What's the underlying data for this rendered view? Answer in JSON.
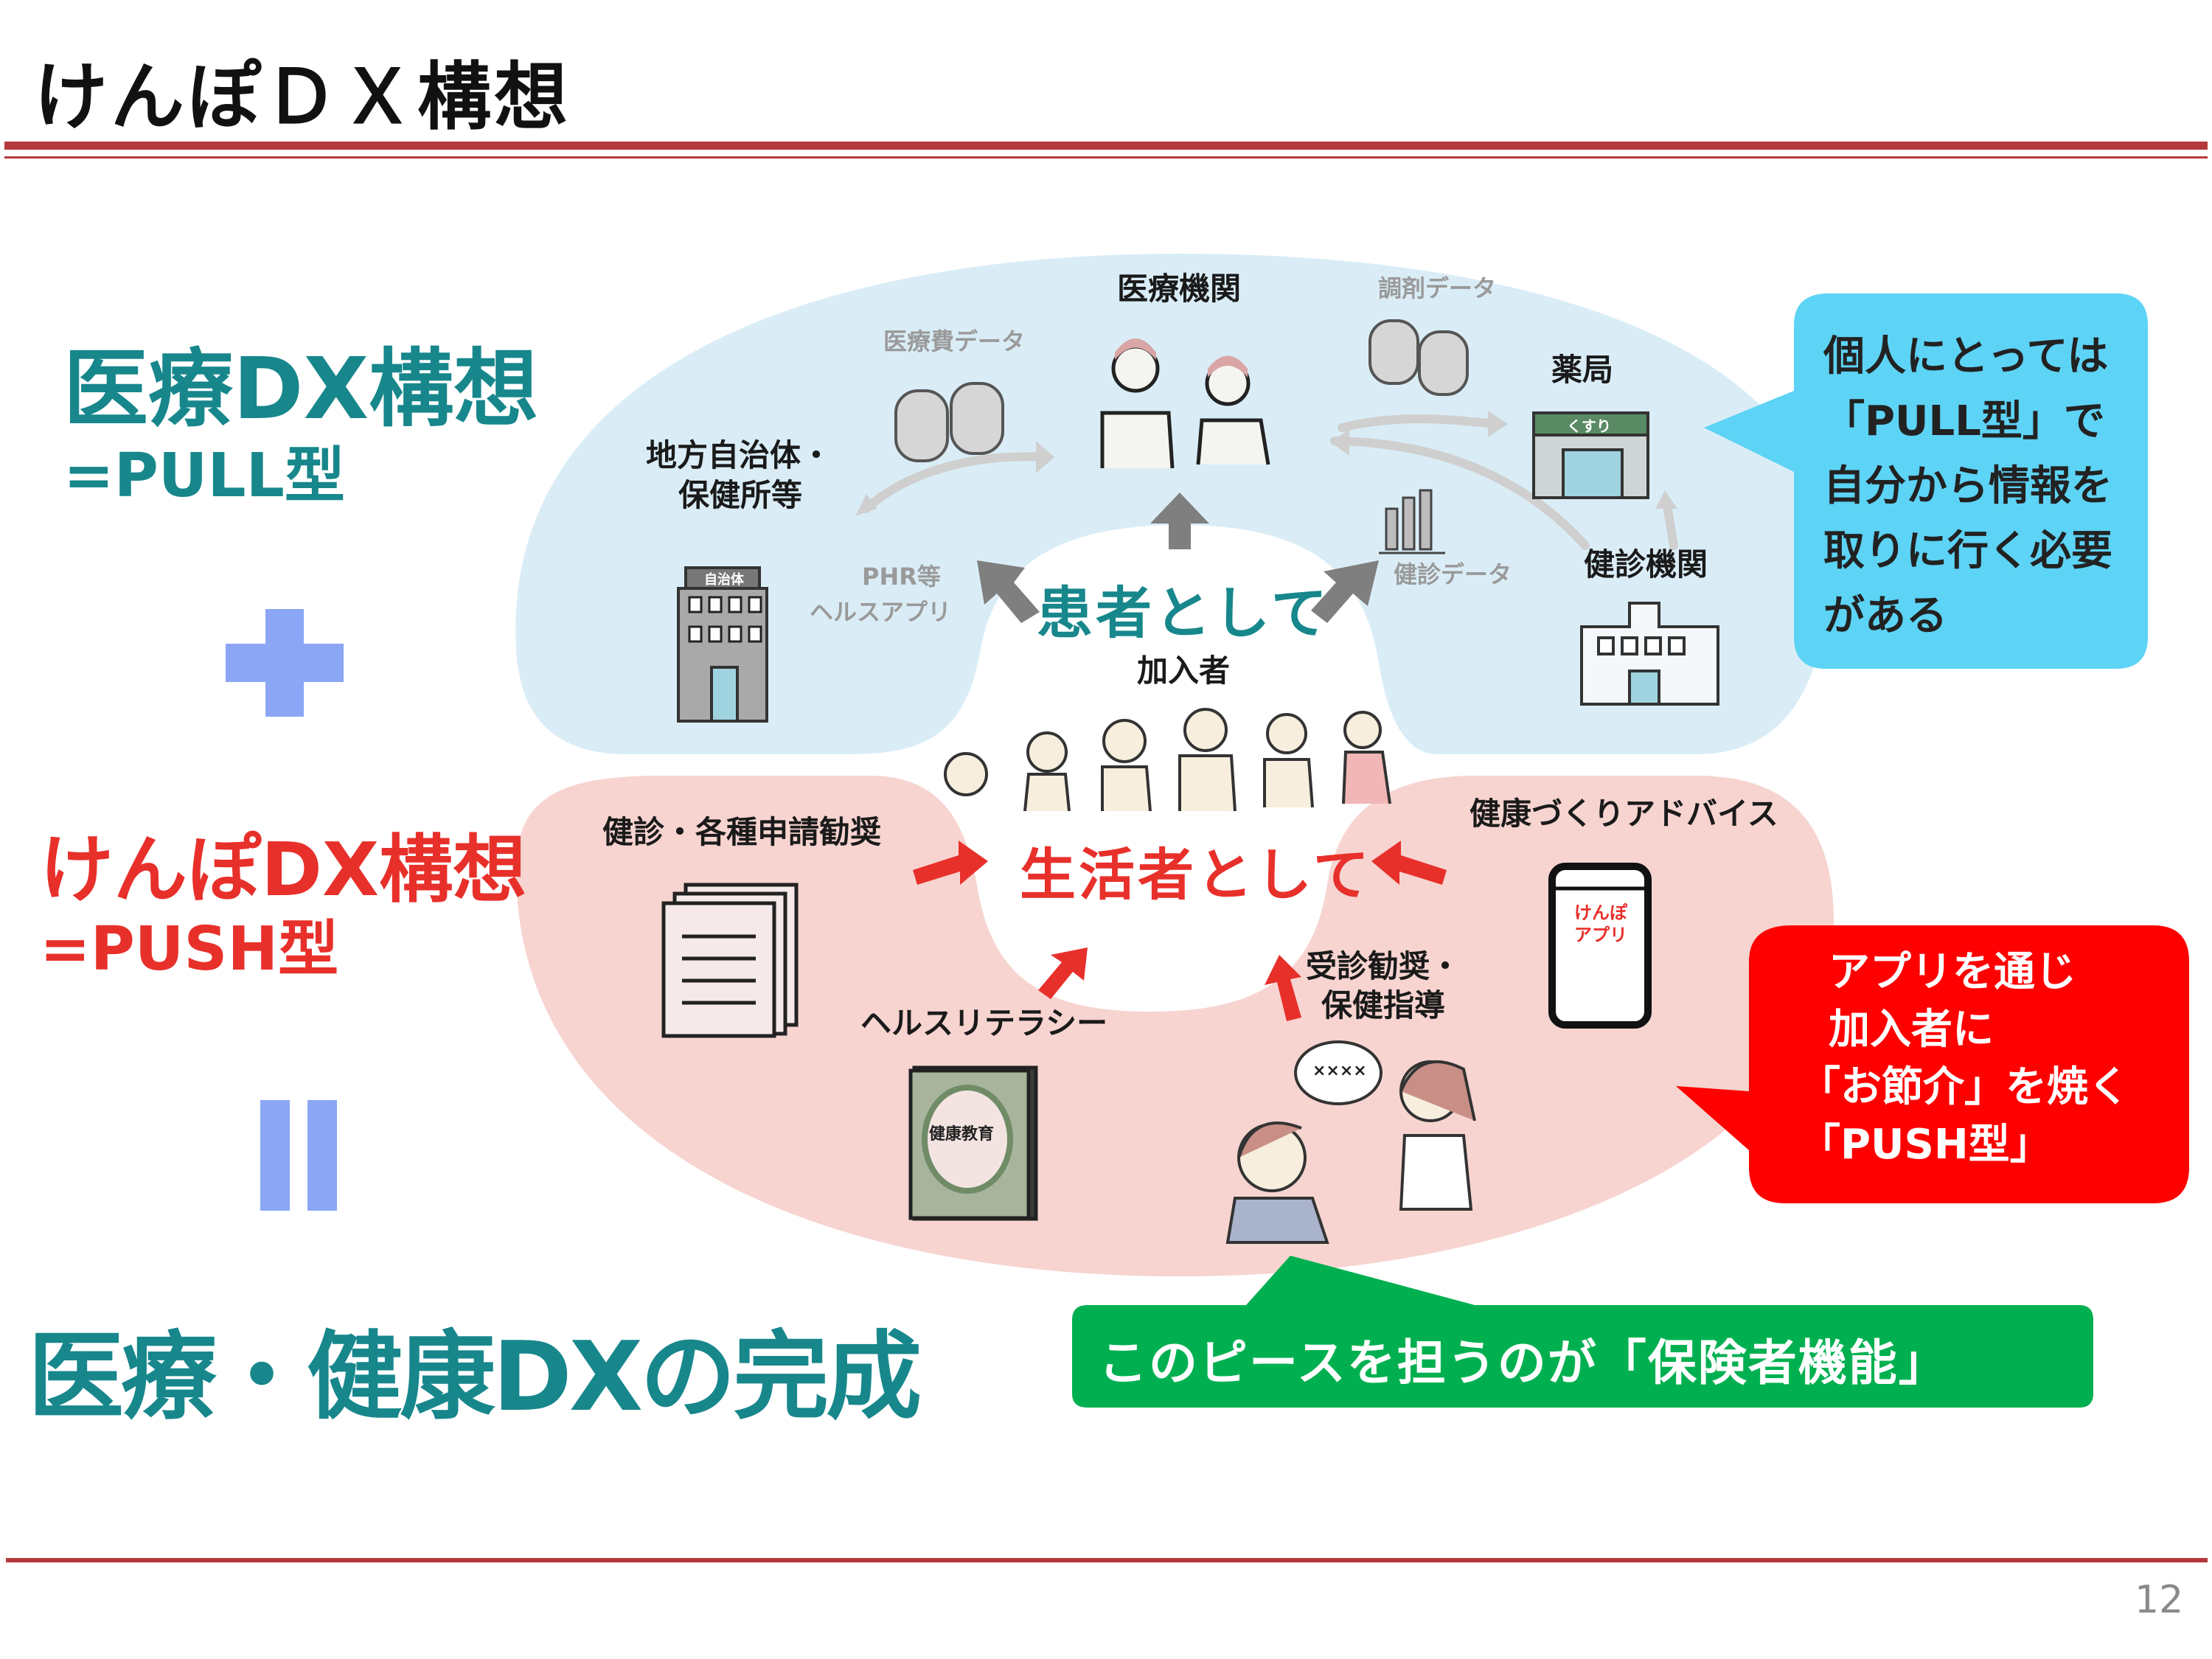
{
  "slide": {
    "title": "けんぽＤＸ構想",
    "page_number": "12"
  },
  "left": {
    "pull_heading": "医療DX構想",
    "pull_sub": "=PULL型",
    "push_heading": "けんぽDX構想",
    "push_sub": "=PUSH型",
    "conclusion": "医療・健康DXの完成",
    "plus_icon": "plus-icon",
    "equals_icon": "equals-icon"
  },
  "diagram": {
    "pull": {
      "medical_institution": "医療機関",
      "dispensing_data": "調剤データ",
      "medical_cost_data": "医療費データ",
      "pharmacy": "薬局",
      "pharmacy_sign": "くすり",
      "local_gov_line1": "地方自治体・",
      "local_gov_line2": "保健所等",
      "local_gov_sign": "自治体",
      "phr_line1": "PHR等",
      "phr_line2": "ヘルスアプリ",
      "as_patient": "患者として",
      "checkup_data": "健診データ",
      "checkup_institution": "健診機関",
      "members": "加入者"
    },
    "push": {
      "checkup_recommend": "健診・各種申請勧奨",
      "as_resident": "生活者として",
      "health_advice": "健康づくりアドバイス",
      "consult_line1": "受診勧奨・",
      "consult_line2": "保健指導",
      "health_literacy": "ヘルスリテラシー",
      "app_label_line1": "けんぽ",
      "app_label_line2": "アプリ",
      "book_title": "健康教育",
      "speech": "××××"
    }
  },
  "callouts": {
    "blue": [
      "個人にとっては",
      "「PULL型」で",
      "自分から情報を",
      "取りに行く必要",
      "がある"
    ],
    "red": [
      "アプリを通じ",
      "加入者に",
      "「お節介」を焼く",
      "「PUSH型」"
    ],
    "green": "このピースを担うのが「保険者機能」"
  },
  "colors": {
    "rule": "#b5383b",
    "teal": "#17878c",
    "red": "#e8302b",
    "pull_area": "#daedf7",
    "push_area": "#f7d4d0",
    "blue_callout": "#5dd3f5",
    "red_callout": "#ff0000",
    "green_callout": "#00b050",
    "plus_equals": "#8aa6f5"
  }
}
